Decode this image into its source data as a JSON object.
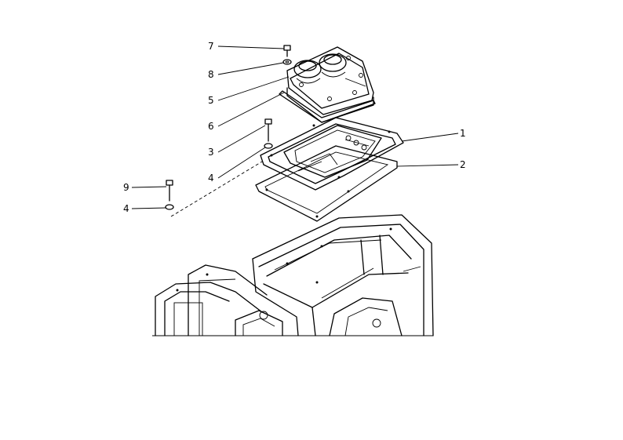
{
  "diagram": {
    "callouts": [
      {
        "id": "c7",
        "label": "7"
      },
      {
        "id": "c8",
        "label": "8"
      },
      {
        "id": "c5",
        "label": "5"
      },
      {
        "id": "c6",
        "label": "6"
      },
      {
        "id": "c3",
        "label": "3"
      },
      {
        "id": "c4a",
        "label": "4"
      },
      {
        "id": "c9",
        "label": "9"
      },
      {
        "id": "c4b",
        "label": "4"
      },
      {
        "id": "c1",
        "label": "1"
      },
      {
        "id": "c2",
        "label": "2"
      }
    ]
  }
}
